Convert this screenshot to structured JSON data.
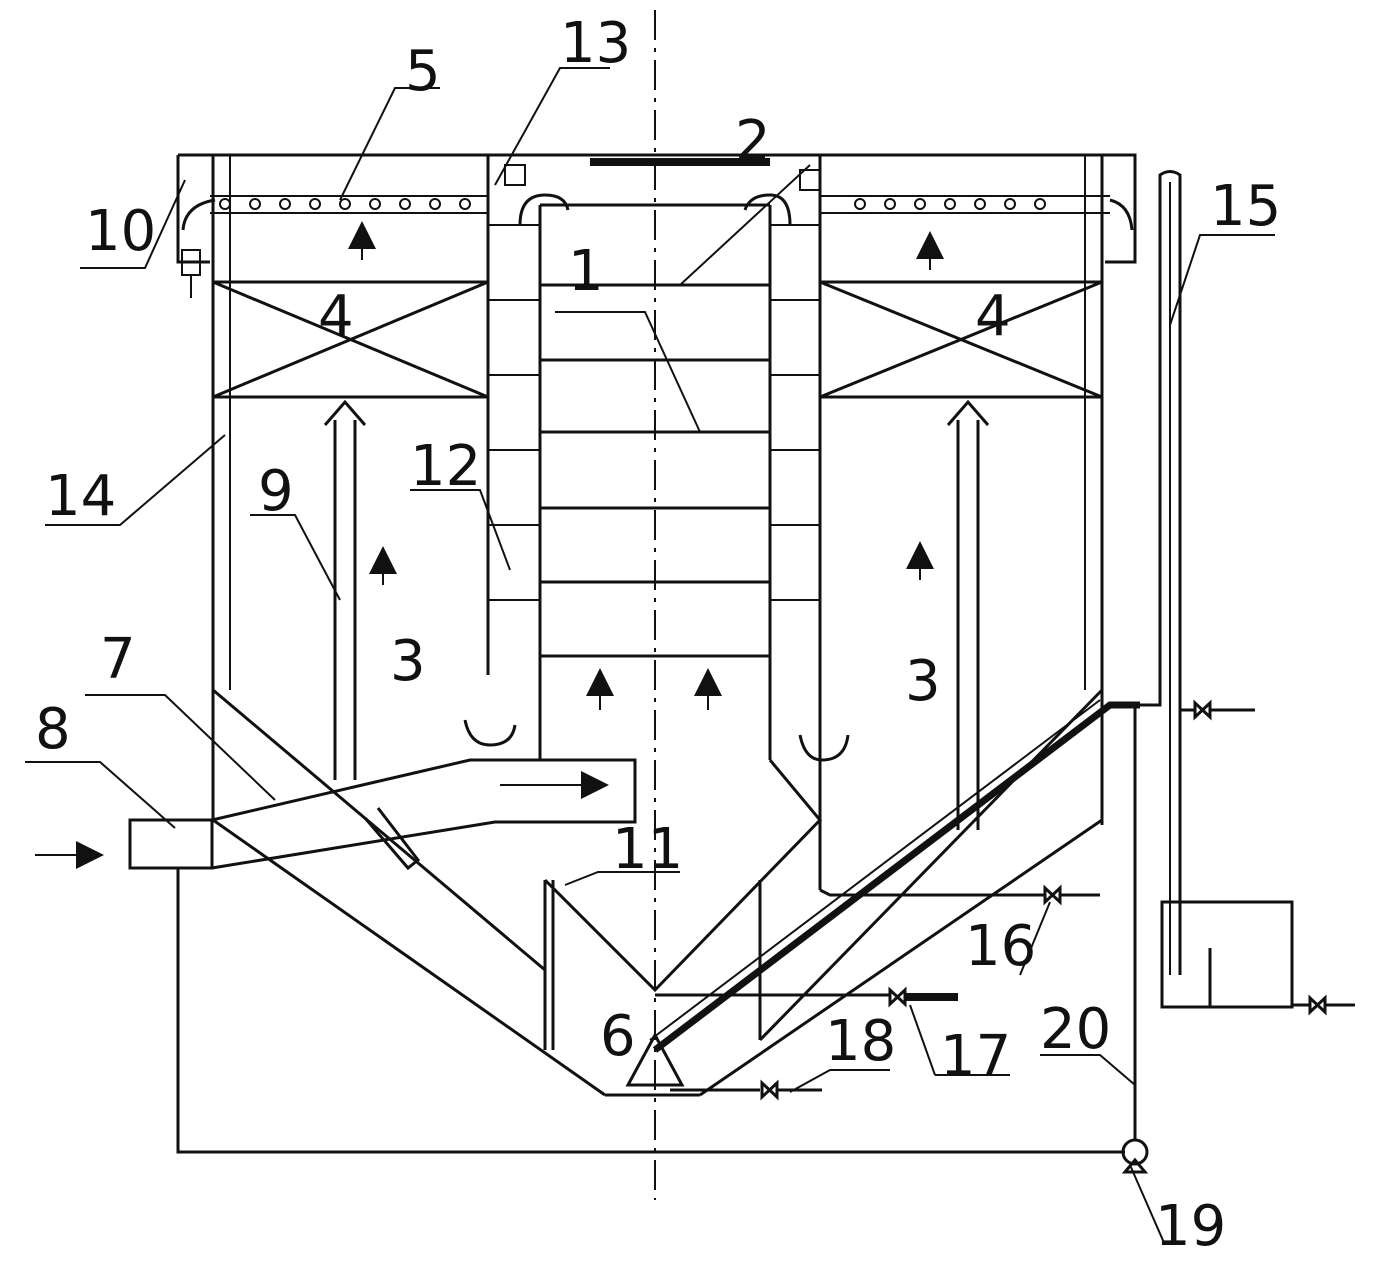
{
  "labels": {
    "l1": "1",
    "l2": "2",
    "l3a": "3",
    "l3b": "3",
    "l4a": "4",
    "l4b": "4",
    "l5": "5",
    "l6": "6",
    "l7": "7",
    "l8": "8",
    "l9": "9",
    "l10": "10",
    "l11": "11",
    "l12": "12",
    "l13": "13",
    "l14": "14",
    "l15": "15",
    "l16": "16",
    "l17": "17",
    "l18": "18",
    "l19": "19",
    "l20": "20"
  },
  "colors": {
    "line": "#111111",
    "background": "#ffffff"
  }
}
